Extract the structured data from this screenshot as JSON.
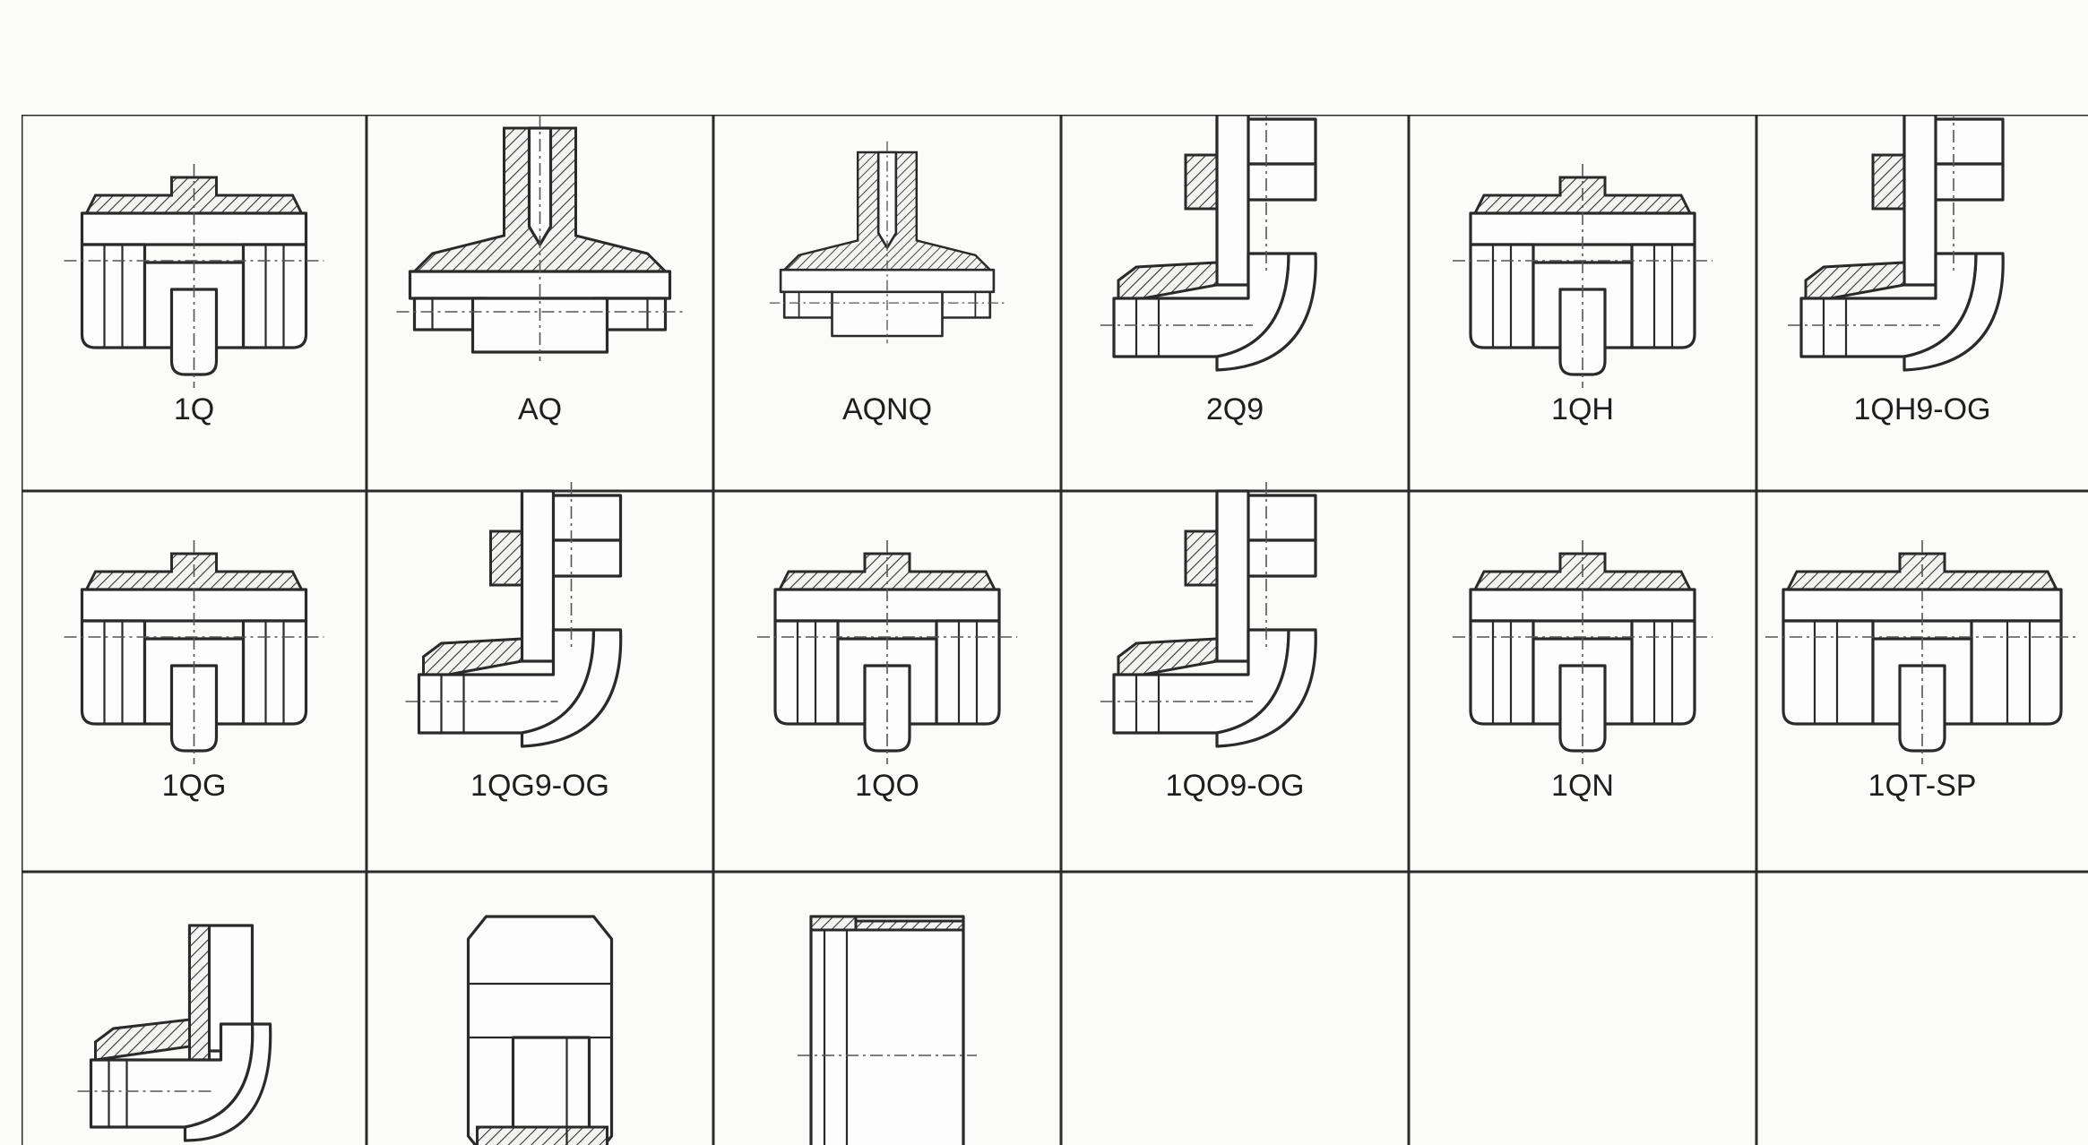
{
  "grid": {
    "columns": 6,
    "rows": 3,
    "cells": [
      {
        "label": "1Q",
        "icon": "straight-union-fitting-icon"
      },
      {
        "label": "AQ",
        "icon": "tee-fitting-icon"
      },
      {
        "label": "AQNQ",
        "icon": "tee-fitting-small-icon"
      },
      {
        "label": "2Q9",
        "icon": "elbow-swivel-fitting-icon"
      },
      {
        "label": "1QH",
        "icon": "straight-union-oring-fitting-icon"
      },
      {
        "label": "1QH9-OG",
        "icon": "elbow-adjustable-fitting-icon"
      },
      {
        "label": "1QG",
        "icon": "straight-union-fitting-icon"
      },
      {
        "label": "1QG9-OG",
        "icon": "elbow-adjustable-fitting-icon"
      },
      {
        "label": "1QO",
        "icon": "straight-union-oring-fitting-icon"
      },
      {
        "label": "1QO9-OG",
        "icon": "elbow-adjustable-fitting-icon"
      },
      {
        "label": "1QN",
        "icon": "straight-union-taper-fitting-icon"
      },
      {
        "label": "1QT-SP",
        "icon": "straight-long-union-fitting-icon"
      },
      {
        "label": "",
        "icon": "elbow-taper-fitting-icon"
      },
      {
        "label": "",
        "icon": "hex-nut-icon"
      },
      {
        "label": "",
        "icon": "sleeve-fitting-icon"
      },
      {
        "label": "",
        "icon": ""
      },
      {
        "label": "",
        "icon": ""
      },
      {
        "label": "",
        "icon": ""
      }
    ]
  }
}
